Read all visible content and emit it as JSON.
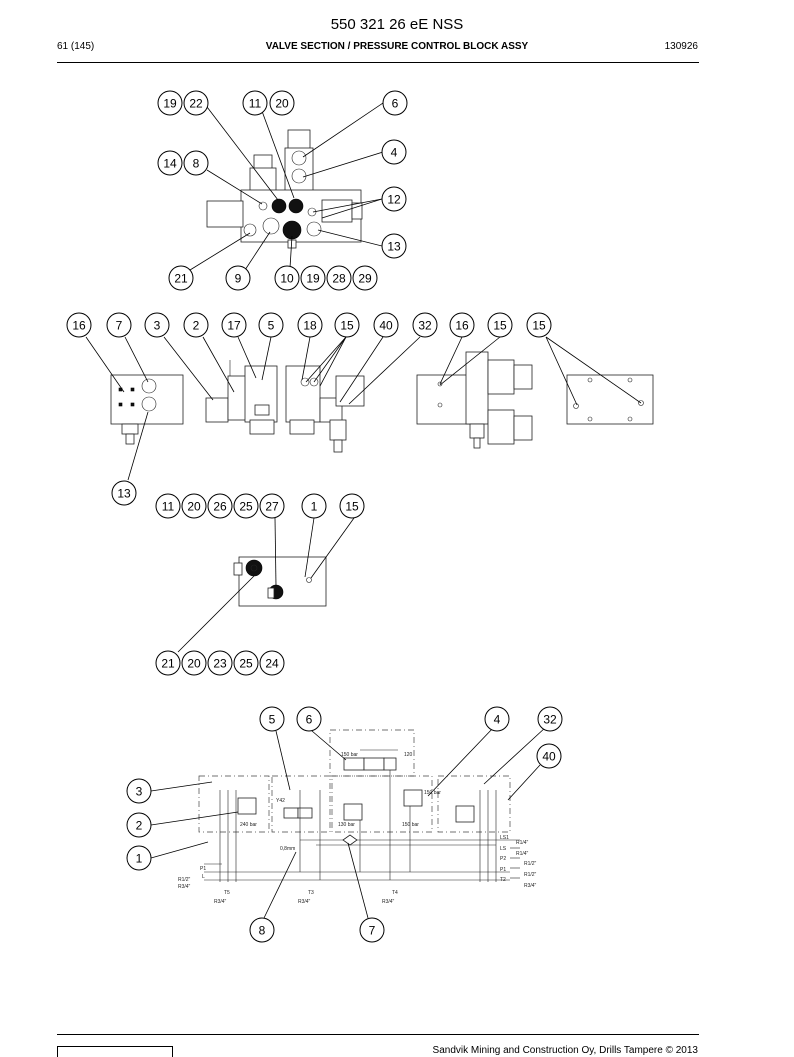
{
  "header": {
    "title": "550 321 26 eE NSS",
    "page": "61 (145)",
    "section": "VALVE SECTION / PRESSURE CONTROL BLOCK ASSY",
    "code": "130926"
  },
  "footer": {
    "copyright": "Sandvik Mining and Construction Oy, Drills Tampere © 2013"
  },
  "callouts": {
    "top_view": [
      "19",
      "22",
      "11",
      "20",
      "6",
      "4",
      "14",
      "8",
      "12",
      "13",
      "21",
      "9",
      "10",
      "19",
      "28",
      "29"
    ],
    "side_views": [
      "16",
      "7",
      "3",
      "2",
      "17",
      "5",
      "18",
      "15",
      "40",
      "32",
      "16",
      "15",
      "15",
      "13"
    ],
    "block_view": [
      "11",
      "20",
      "26",
      "25",
      "27",
      "1",
      "15",
      "21",
      "20",
      "23",
      "25",
      "24"
    ],
    "schematic": [
      "5",
      "6",
      "4",
      "32",
      "40",
      "3",
      "2",
      "1",
      "8",
      "7"
    ]
  },
  "schematic_labels": {
    "pressures": [
      "150 bar",
      "120",
      "150 bar",
      "130 bar",
      "150 bar",
      "240 bar",
      "Y42",
      "0,8mm"
    ],
    "ports_left": [
      "R1/2\"",
      "R3/4\"",
      "P1",
      "L"
    ],
    "ports_right": [
      "LS1",
      "R1/4\"",
      "LS",
      "R1/4\"",
      "P2",
      "R1/2\"",
      "P1",
      "R1/2\"",
      "T2",
      "R3/4\""
    ],
    "ports_bottom": [
      "T5",
      "R3/4\"",
      "T3",
      "R3/4\"",
      "T4",
      "R3/4\""
    ]
  }
}
